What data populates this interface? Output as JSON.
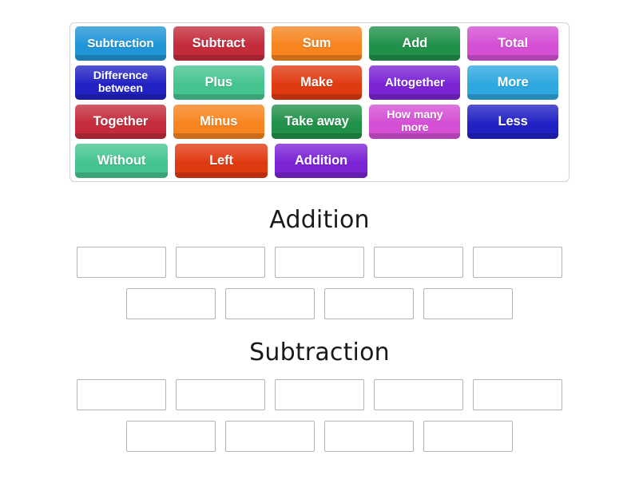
{
  "activity": {
    "type": "group-sort",
    "tile_bank_label": "word-tile-bank"
  },
  "tile_bank": {
    "rows": [
      [
        {
          "label": "Subtraction",
          "color": "#2196d6",
          "lines": 1,
          "long": true
        },
        {
          "label": "Subtract",
          "color": "#c42c3b",
          "lines": 1,
          "long": false
        },
        {
          "label": "Sum",
          "color": "#f7841f",
          "lines": 1,
          "long": false
        },
        {
          "label": "Add",
          "color": "#21914a",
          "lines": 1,
          "long": false
        },
        {
          "label": "Total",
          "color": "#d44fd4",
          "lines": 1,
          "long": false
        }
      ],
      [
        {
          "label": "Difference between",
          "color": "#2222c4",
          "lines": 2,
          "long": false
        },
        {
          "label": "Plus",
          "color": "#46c490",
          "lines": 1,
          "long": false
        },
        {
          "label": "Make",
          "color": "#e03a12",
          "lines": 1,
          "long": false
        },
        {
          "label": "Altogether",
          "color": "#7b24d4",
          "lines": 1,
          "long": true
        },
        {
          "label": "More",
          "color": "#2fa8e0",
          "lines": 1,
          "long": false
        }
      ],
      [
        {
          "label": "Together",
          "color": "#c42c3b",
          "lines": 1,
          "long": false
        },
        {
          "label": "Minus",
          "color": "#f7841f",
          "lines": 1,
          "long": false
        },
        {
          "label": "Take away",
          "color": "#21914a",
          "lines": 1,
          "long": false
        },
        {
          "label": "How many more",
          "color": "#d44fd4",
          "lines": 2,
          "long": false
        },
        {
          "label": "Less",
          "color": "#2222c4",
          "lines": 1,
          "long": false
        }
      ],
      [
        {
          "label": "Without",
          "color": "#46c490",
          "lines": 1,
          "long": false
        },
        {
          "label": "Left",
          "color": "#e03a12",
          "lines": 1,
          "long": false
        },
        {
          "label": "Addition",
          "color": "#7b24d4",
          "lines": 1,
          "long": false
        }
      ]
    ]
  },
  "groups": [
    {
      "title": "Addition",
      "slot_rows": [
        [
          "",
          "",
          "",
          "",
          ""
        ],
        [
          "",
          "",
          "",
          ""
        ]
      ]
    },
    {
      "title": "Subtraction",
      "slot_rows": [
        [
          "",
          "",
          "",
          "",
          ""
        ],
        [
          "",
          "",
          "",
          ""
        ]
      ]
    }
  ]
}
